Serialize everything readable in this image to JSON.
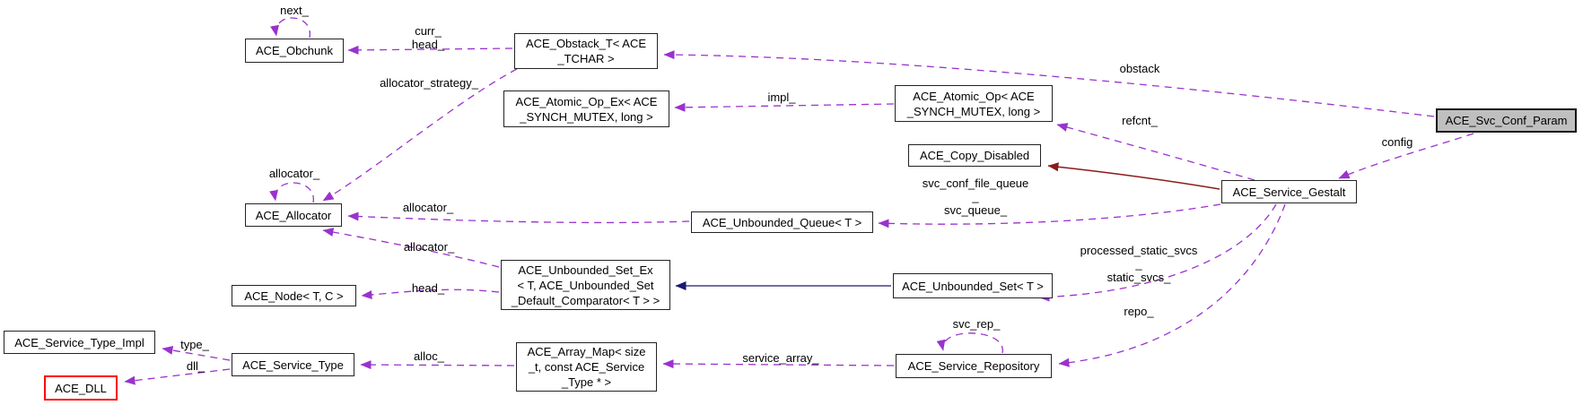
{
  "diagram": {
    "kind": "collaboration-graph",
    "main_class": "ACE_Svc_Conf_Param",
    "colors": {
      "usage_edge": "#9a32cd",
      "public_inheritance_edge": "#191970",
      "private_inheritance_edge": "#8b1a1a",
      "main_node_fill": "#bfbfbf",
      "node_fill": "#ffffff",
      "node_border": "#232323",
      "truncated_node_border": "#ff0000",
      "label_color": "#000000"
    },
    "nodes": [
      {
        "id": "ace-obchunk",
        "lines": [
          "ACE_Obchunk"
        ]
      },
      {
        "id": "ace-obstack-t",
        "lines": [
          "ACE_Obstack_T< ACE",
          "_TCHAR >"
        ]
      },
      {
        "id": "ace-atomic-op-ex",
        "lines": [
          "ACE_Atomic_Op_Ex< ACE",
          "_SYNCH_MUTEX, long >"
        ]
      },
      {
        "id": "ace-atomic-op",
        "lines": [
          "ACE_Atomic_Op< ACE",
          "_SYNCH_MUTEX, long >"
        ]
      },
      {
        "id": "ace-copy-disabled",
        "lines": [
          "ACE_Copy_Disabled"
        ]
      },
      {
        "id": "ace-service-gestalt",
        "lines": [
          "ACE_Service_Gestalt"
        ]
      },
      {
        "id": "ace-svc-conf-param",
        "lines": [
          "ACE_Svc_Conf_Param"
        ]
      },
      {
        "id": "ace-unbounded-queue",
        "lines": [
          "ACE_Unbounded_Queue< T >"
        ]
      },
      {
        "id": "ace-allocator",
        "lines": [
          "ACE_Allocator"
        ]
      },
      {
        "id": "ace-unbounded-set-ex",
        "lines": [
          "ACE_Unbounded_Set_Ex",
          "< T, ACE_Unbounded_Set",
          "_Default_Comparator< T > >"
        ]
      },
      {
        "id": "ace-node",
        "lines": [
          "ACE_Node< T, C >"
        ]
      },
      {
        "id": "ace-unbounded-set",
        "lines": [
          "ACE_Unbounded_Set< T >"
        ]
      },
      {
        "id": "ace-service-repository",
        "lines": [
          "ACE_Service_Repository"
        ]
      },
      {
        "id": "ace-array-map",
        "lines": [
          "ACE_Array_Map< size",
          "_t, const ACE_Service",
          "_Type * >"
        ]
      },
      {
        "id": "ace-service-type",
        "lines": [
          "ACE_Service_Type"
        ]
      },
      {
        "id": "ace-service-type-impl",
        "lines": [
          "ACE_Service_Type_Impl"
        ]
      },
      {
        "id": "ace-dll",
        "lines": [
          "ACE_DLL"
        ]
      }
    ],
    "edge_labels": [
      {
        "lines": [
          "next_"
        ]
      },
      {
        "lines": [
          "curr_",
          "head_"
        ]
      },
      {
        "lines": [
          "allocator_strategy_"
        ]
      },
      {
        "lines": [
          "obstack"
        ]
      },
      {
        "lines": [
          "impl_"
        ]
      },
      {
        "lines": [
          "refcnt_"
        ]
      },
      {
        "lines": [
          "config"
        ]
      },
      {
        "lines": [
          "svc_conf_file_queue",
          "_",
          "svc_queue_"
        ]
      },
      {
        "lines": [
          "allocator_"
        ]
      },
      {
        "lines": [
          "allocator_"
        ]
      },
      {
        "lines": [
          "allocator_"
        ]
      },
      {
        "lines": [
          "head_"
        ]
      },
      {
        "lines": [
          "processed_static_svcs",
          "_",
          "static_svcs_"
        ]
      },
      {
        "lines": [
          "repo_"
        ]
      },
      {
        "lines": [
          "svc_rep_"
        ]
      },
      {
        "lines": [
          "service_array_"
        ]
      },
      {
        "lines": [
          "alloc_"
        ]
      },
      {
        "lines": [
          "type_"
        ]
      },
      {
        "lines": [
          "dll_"
        ]
      }
    ],
    "edges": [
      {
        "from": "ACE_Obchunk",
        "to": "ACE_Obchunk",
        "label": "next_",
        "style": "usage"
      },
      {
        "from": "ACE_Obstack_T< ACE_TCHAR >",
        "to": "ACE_Obchunk",
        "label": "curr_ head_",
        "style": "usage"
      },
      {
        "from": "ACE_Obstack_T< ACE_TCHAR >",
        "to": "ACE_Allocator",
        "label": "allocator_strategy_",
        "style": "usage"
      },
      {
        "from": "ACE_Svc_Conf_Param",
        "to": "ACE_Obstack_T< ACE_TCHAR >",
        "label": "obstack",
        "style": "usage"
      },
      {
        "from": "ACE_Atomic_Op< ACE_SYNCH_MUTEX, long >",
        "to": "ACE_Atomic_Op_Ex< ACE_SYNCH_MUTEX, long >",
        "label": "impl_",
        "style": "usage"
      },
      {
        "from": "ACE_Service_Gestalt",
        "to": "ACE_Atomic_Op< ACE_SYNCH_MUTEX, long >",
        "label": "refcnt_",
        "style": "usage"
      },
      {
        "from": "ACE_Service_Gestalt",
        "to": "ACE_Copy_Disabled",
        "label": "",
        "style": "private-inheritance"
      },
      {
        "from": "ACE_Svc_Conf_Param",
        "to": "ACE_Service_Gestalt",
        "label": "config",
        "style": "usage"
      },
      {
        "from": "ACE_Service_Gestalt",
        "to": "ACE_Unbounded_Queue< T >",
        "label": "svc_conf_file_queue_ svc_queue_",
        "style": "usage"
      },
      {
        "from": "ACE_Unbounded_Queue< T >",
        "to": "ACE_Allocator",
        "label": "allocator_",
        "style": "usage"
      },
      {
        "from": "ACE_Allocator",
        "to": "ACE_Allocator",
        "label": "allocator_",
        "style": "usage"
      },
      {
        "from": "ACE_Unbounded_Set_Ex< T, ACE_Unbounded_Set_Default_Comparator< T > >",
        "to": "ACE_Allocator",
        "label": "allocator_",
        "style": "usage"
      },
      {
        "from": "ACE_Unbounded_Set_Ex< T, ACE_Unbounded_Set_Default_Comparator< T > >",
        "to": "ACE_Node< T, C >",
        "label": "head_",
        "style": "usage"
      },
      {
        "from": "ACE_Unbounded_Set< T >",
        "to": "ACE_Unbounded_Set_Ex< T, ACE_Unbounded_Set_Default_Comparator< T > >",
        "label": "",
        "style": "public-inheritance"
      },
      {
        "from": "ACE_Service_Gestalt",
        "to": "ACE_Unbounded_Set< T >",
        "label": "processed_static_svcs_ static_svcs_",
        "style": "usage"
      },
      {
        "from": "ACE_Service_Gestalt",
        "to": "ACE_Service_Repository",
        "label": "repo_",
        "style": "usage"
      },
      {
        "from": "ACE_Service_Repository",
        "to": "ACE_Service_Repository",
        "label": "svc_rep_",
        "style": "usage"
      },
      {
        "from": "ACE_Service_Repository",
        "to": "ACE_Array_Map< size_t, const ACE_Service_Type * >",
        "label": "service_array_",
        "style": "usage"
      },
      {
        "from": "ACE_Array_Map< size_t, const ACE_Service_Type * >",
        "to": "ACE_Service_Type",
        "label": "alloc_",
        "style": "usage"
      },
      {
        "from": "ACE_Service_Type",
        "to": "ACE_Service_Type_Impl",
        "label": "type_",
        "style": "usage"
      },
      {
        "from": "ACE_Service_Type",
        "to": "ACE_DLL",
        "label": "dll_",
        "style": "usage"
      }
    ]
  }
}
